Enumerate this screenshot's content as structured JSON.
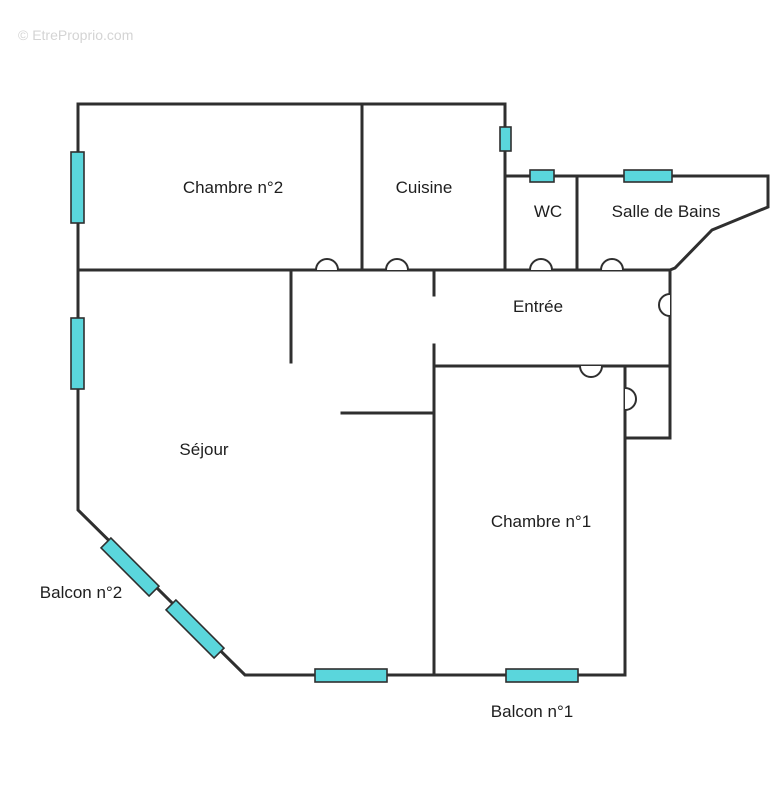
{
  "watermark": "© EtreProprio.com",
  "rooms": {
    "chambre2": "Chambre n°2",
    "cuisine": "Cuisine",
    "wc": "WC",
    "salle_de_bains": "Salle de Bains",
    "entree": "Entrée",
    "sejour": "Séjour",
    "chambre1": "Chambre n°1",
    "balcon2": "Balcon n°2",
    "balcon1": "Balcon n°1"
  },
  "colors": {
    "wall": "#2f2f2f",
    "window": "#5ad6dc",
    "background": "#ffffff"
  }
}
